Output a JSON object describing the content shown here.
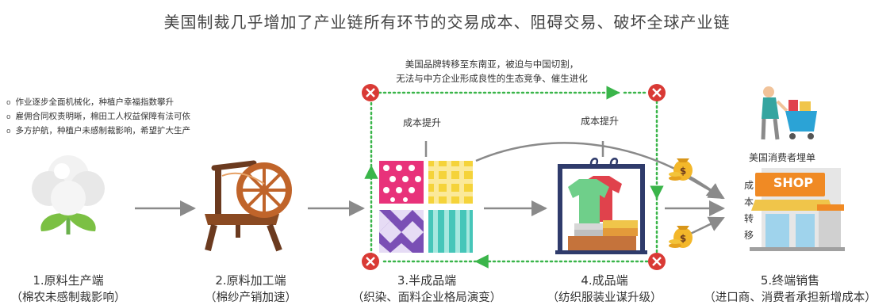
{
  "title": "美国制裁几乎增加了产业链所有环节的交易成本、阻碍交易、破坏全球产业链",
  "bullets": [
    "作业逐步全面机械化，种植户幸福指数攀升",
    "雇佣合同权责明晰，棉田工人权益保障有法可依",
    "多方护航，种植户未感制裁影响，希望扩大生产"
  ],
  "note": {
    "line1": "美国品牌转移至东南亚，被迫与中国切割，",
    "line2": "无法与中方企业形成良性的生态竞争、催生进化"
  },
  "cost_up_label": "成本提升",
  "cost_transfer_label": "成本转移",
  "consumer_label": "美国消费者埋单",
  "shop_sign": "SHOP",
  "colors": {
    "arrow": "#8a8a8a",
    "dotted": "#3ab54a",
    "cross": "#d93a35"
  },
  "stages": [
    {
      "name": "1.原料生产端",
      "sub": "（棉农未感制裁影响）",
      "icon": "cotton-icon"
    },
    {
      "name": "2.原料加工端",
      "sub": "（棉纱产销加速）",
      "icon": "spinning-wheel-icon"
    },
    {
      "name": "3.半成品端",
      "sub": "（织染、面料企业格局演变）",
      "icon": "fabric-swatches-icon"
    },
    {
      "name": "4.成品端",
      "sub": "（纺织服装业谋升级）",
      "icon": "clothing-rack-icon"
    },
    {
      "name": "5.终端销售",
      "sub": "（进口商、消费者承担新增成本）",
      "icon": "shop-icon"
    }
  ]
}
